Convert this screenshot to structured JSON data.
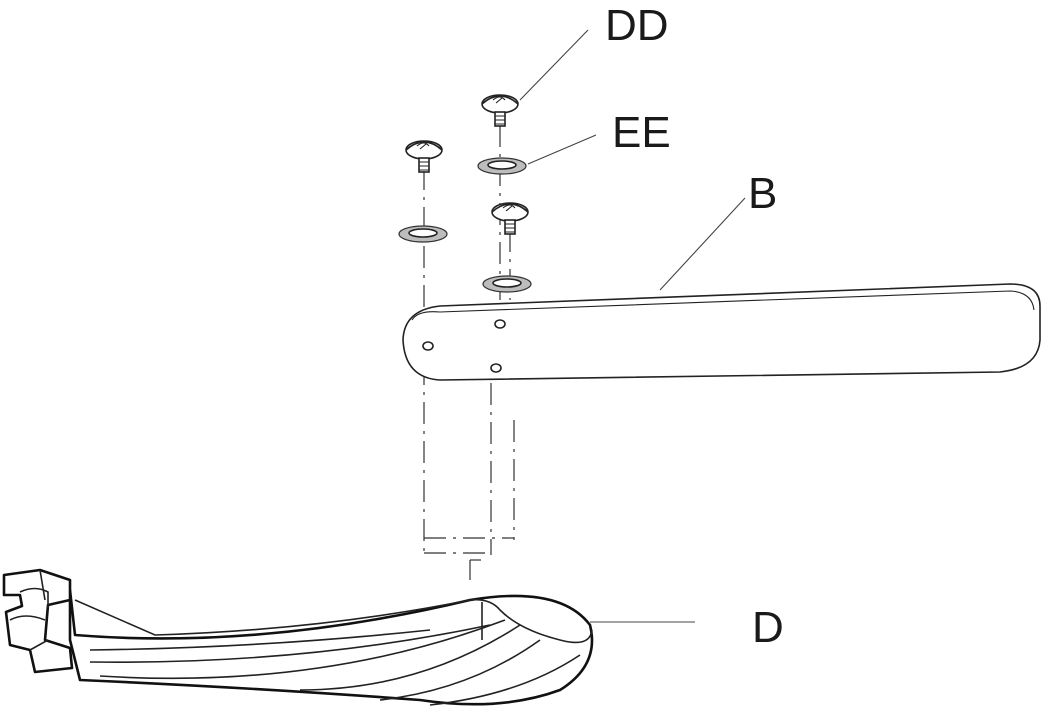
{
  "labels": {
    "screw": "DD",
    "washer": "EE",
    "blade": "B",
    "blade_holder": "D"
  }
}
